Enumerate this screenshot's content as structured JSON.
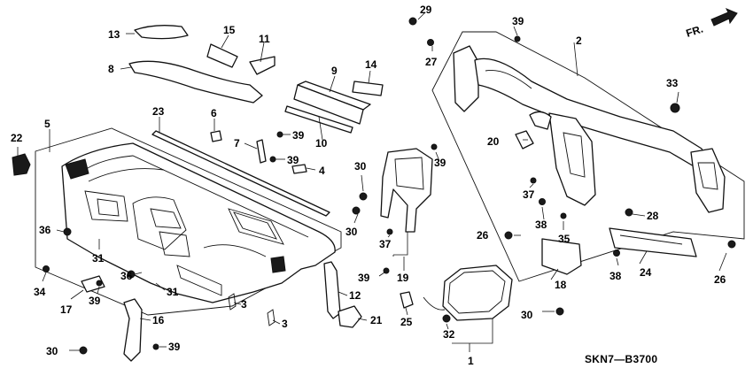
{
  "diagram": {
    "direction_label": "FR.",
    "drawing_code": "SKN7—B3700",
    "callouts": {
      "c1": "1",
      "c2": "2",
      "c3a": "3",
      "c3b": "3",
      "c4": "4",
      "c5": "5",
      "c6": "6",
      "c7": "7",
      "c8": "8",
      "c9": "9",
      "c10": "10",
      "c11": "11",
      "c12": "12",
      "c13": "13",
      "c14": "14",
      "c15": "15",
      "c16": "16",
      "c17": "17",
      "c18": "18",
      "c19": "19",
      "c20": "20",
      "c21": "21",
      "c22": "22",
      "c23": "23",
      "c24": "24",
      "c25": "25",
      "c26a": "26",
      "c26b": "26",
      "c27": "27",
      "c28": "28",
      "c29": "29",
      "c30a": "30",
      "c30b": "30",
      "c30c": "30",
      "c30d": "30",
      "c31a": "31",
      "c31b": "31",
      "c32": "32",
      "c33": "33",
      "c34": "34",
      "c35": "35",
      "c36a": "36",
      "c36b": "36",
      "c37a": "37",
      "c37b": "37",
      "c38a": "38",
      "c38b": "38",
      "c39a": "39",
      "c39b": "39",
      "c39c": "39",
      "c39d": "39",
      "c39e": "39",
      "c39f": "39",
      "c39g": "39"
    }
  }
}
